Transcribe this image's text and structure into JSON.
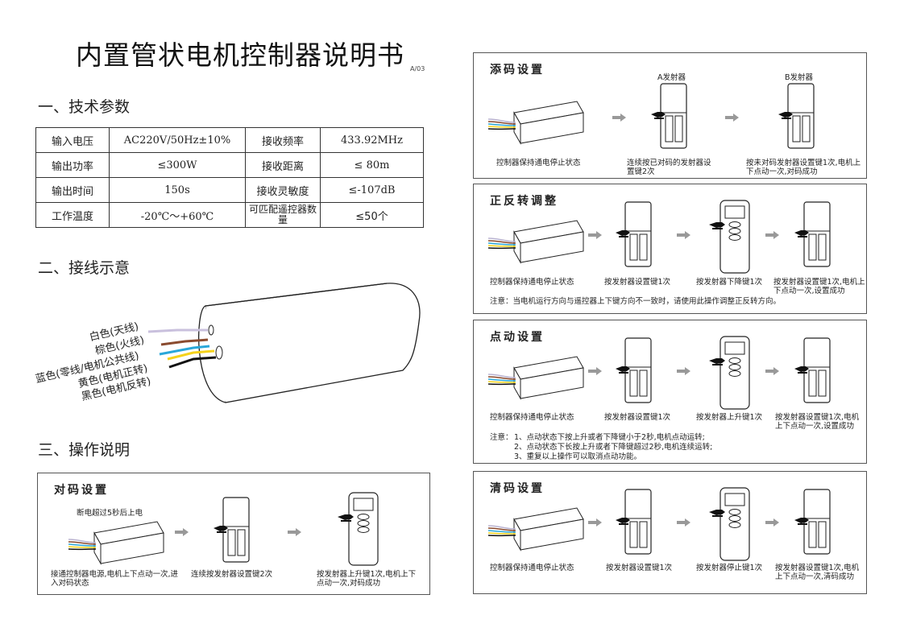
{
  "title": "内置管状电机控制器说明书",
  "doc_code": "A/03",
  "section1": {
    "heading": "一、技术参数",
    "rows": [
      [
        "输入电压",
        "AC220V/50Hz±10%",
        "接收频率",
        "433.92MHz"
      ],
      [
        "输出功率",
        "≤300W",
        "接收距离",
        "≤ 80m"
      ],
      [
        "输出时间",
        "150s",
        "接收灵敏度",
        "≤-107dB"
      ],
      [
        "工作温度",
        "-20℃～+60℃",
        "可匹配遥控器数量",
        "≤50个"
      ]
    ]
  },
  "section2": {
    "heading": "二、接线示意",
    "wires": [
      "白色(天线)",
      "棕色(火线)",
      "蓝色(零线/电机公共线)",
      "黄色(电机正转)",
      "黑色(电机反转)"
    ]
  },
  "section3": {
    "heading": "三、操作说明"
  },
  "pair": {
    "title": "对码设置",
    "top_note": "断电超过5秒后上电",
    "captions": [
      "接通控制器电源,电机上下点动一次,进入对码状态",
      "连续按发射器设置键2次",
      "按发射器上升键1次,电机上下点动一次,对码成功"
    ]
  },
  "add": {
    "title": "添码设置",
    "labels": [
      "A发射器",
      "B发射器"
    ],
    "captions": [
      "控制器保持通电停止状态",
      "连续按已对码的发射器设置键2次",
      "按未对码发射器设置键1次,电机上下点动一次,对码成功"
    ]
  },
  "reverse": {
    "title": "正反转调整",
    "captions": [
      "控制器保持通电停止状态",
      "按发射器设置键1次",
      "按发射器下降键1次",
      "按发射器设置键1次,电机上下点动一次,设置成功"
    ],
    "note": "注意：当电机运行方向与遥控器上下键方向不一致时，请使用此操作调整正反转方向。"
  },
  "jog": {
    "title": "点动设置",
    "captions": [
      "控制器保持通电停止状态",
      "按发射器设置键1次",
      "按发射器上升键1次",
      "按发射器设置键1次,电机上下点动一次,设置成功"
    ],
    "note_label": "注意：",
    "notes": [
      "1、点动状态下按上升或者下降键小于2秒,电机点动运转;",
      "2、点动状态下长按上升或者下降键超过2秒,电机连续运转;",
      "3、重复以上操作可以取消点动功能。"
    ]
  },
  "clear": {
    "title": "清码设置",
    "captions": [
      "控制器保持通电停止状态",
      "按发射器设置键1次",
      "按发射器停止键1次",
      "按发射器设置键1次,电机上下点动一次,清码成功"
    ]
  }
}
